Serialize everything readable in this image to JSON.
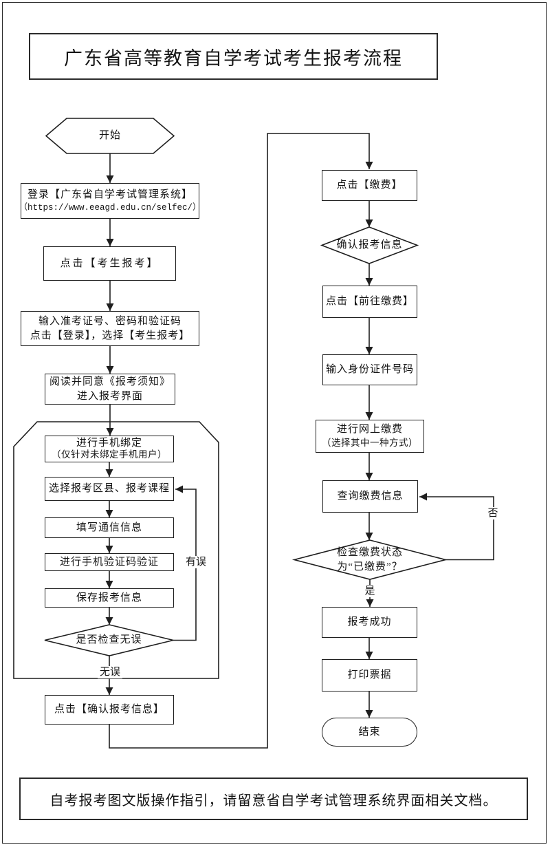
{
  "title": "广东省高等教育自学考试考生报考流程",
  "footer_note": "自考报考图文版操作指引，请留意省自学考试管理系统界面相关文档。",
  "colors": {
    "line": "#1f1f1f",
    "background": "#ffffff"
  },
  "nodes": {
    "start": "开始",
    "login_line1": "登录【广东省自学考试管理系统】",
    "login_line2": "（https://www.eeagd.edu.cn/selfec/）",
    "click_candidate_register": "点击【考生报考】",
    "enter_credentials_line1": "输入准考证号、密码和验证码",
    "enter_credentials_line2": "点击【登录】，选择【考生报考】",
    "read_agree_line1": "阅读并同意《报考须知》",
    "read_agree_line2": "进入报考界面",
    "bind_phone_line1": "进行手机绑定",
    "bind_phone_line2": "（仅针对未绑定手机用户）",
    "select_courses": "选择报考区县、报考课程",
    "fill_contact": "填写通信信息",
    "phone_verify": "进行手机验证码验证",
    "save_info": "保存报考信息",
    "check_correct": "是否检查无误",
    "confirm_info_click": "点击【确认报考信息】",
    "click_pay": "点击【缴费】",
    "confirm_register_info": "确认报考信息",
    "click_go_pay": "点击【前往缴费】",
    "enter_id": "输入身份证件号码",
    "online_pay_line1": "进行网上缴费",
    "online_pay_line2": "（选择其中一种方式）",
    "query_pay": "查询缴费信息",
    "check_paid_line1": "检查缴费状态",
    "check_paid_line2": "为“已缴费”？",
    "register_success": "报考成功",
    "print_receipt": "打印票据",
    "end": "结束"
  },
  "edge_labels": {
    "has_error": "有误",
    "no_error": "无误",
    "yes": "是",
    "no": "否"
  }
}
